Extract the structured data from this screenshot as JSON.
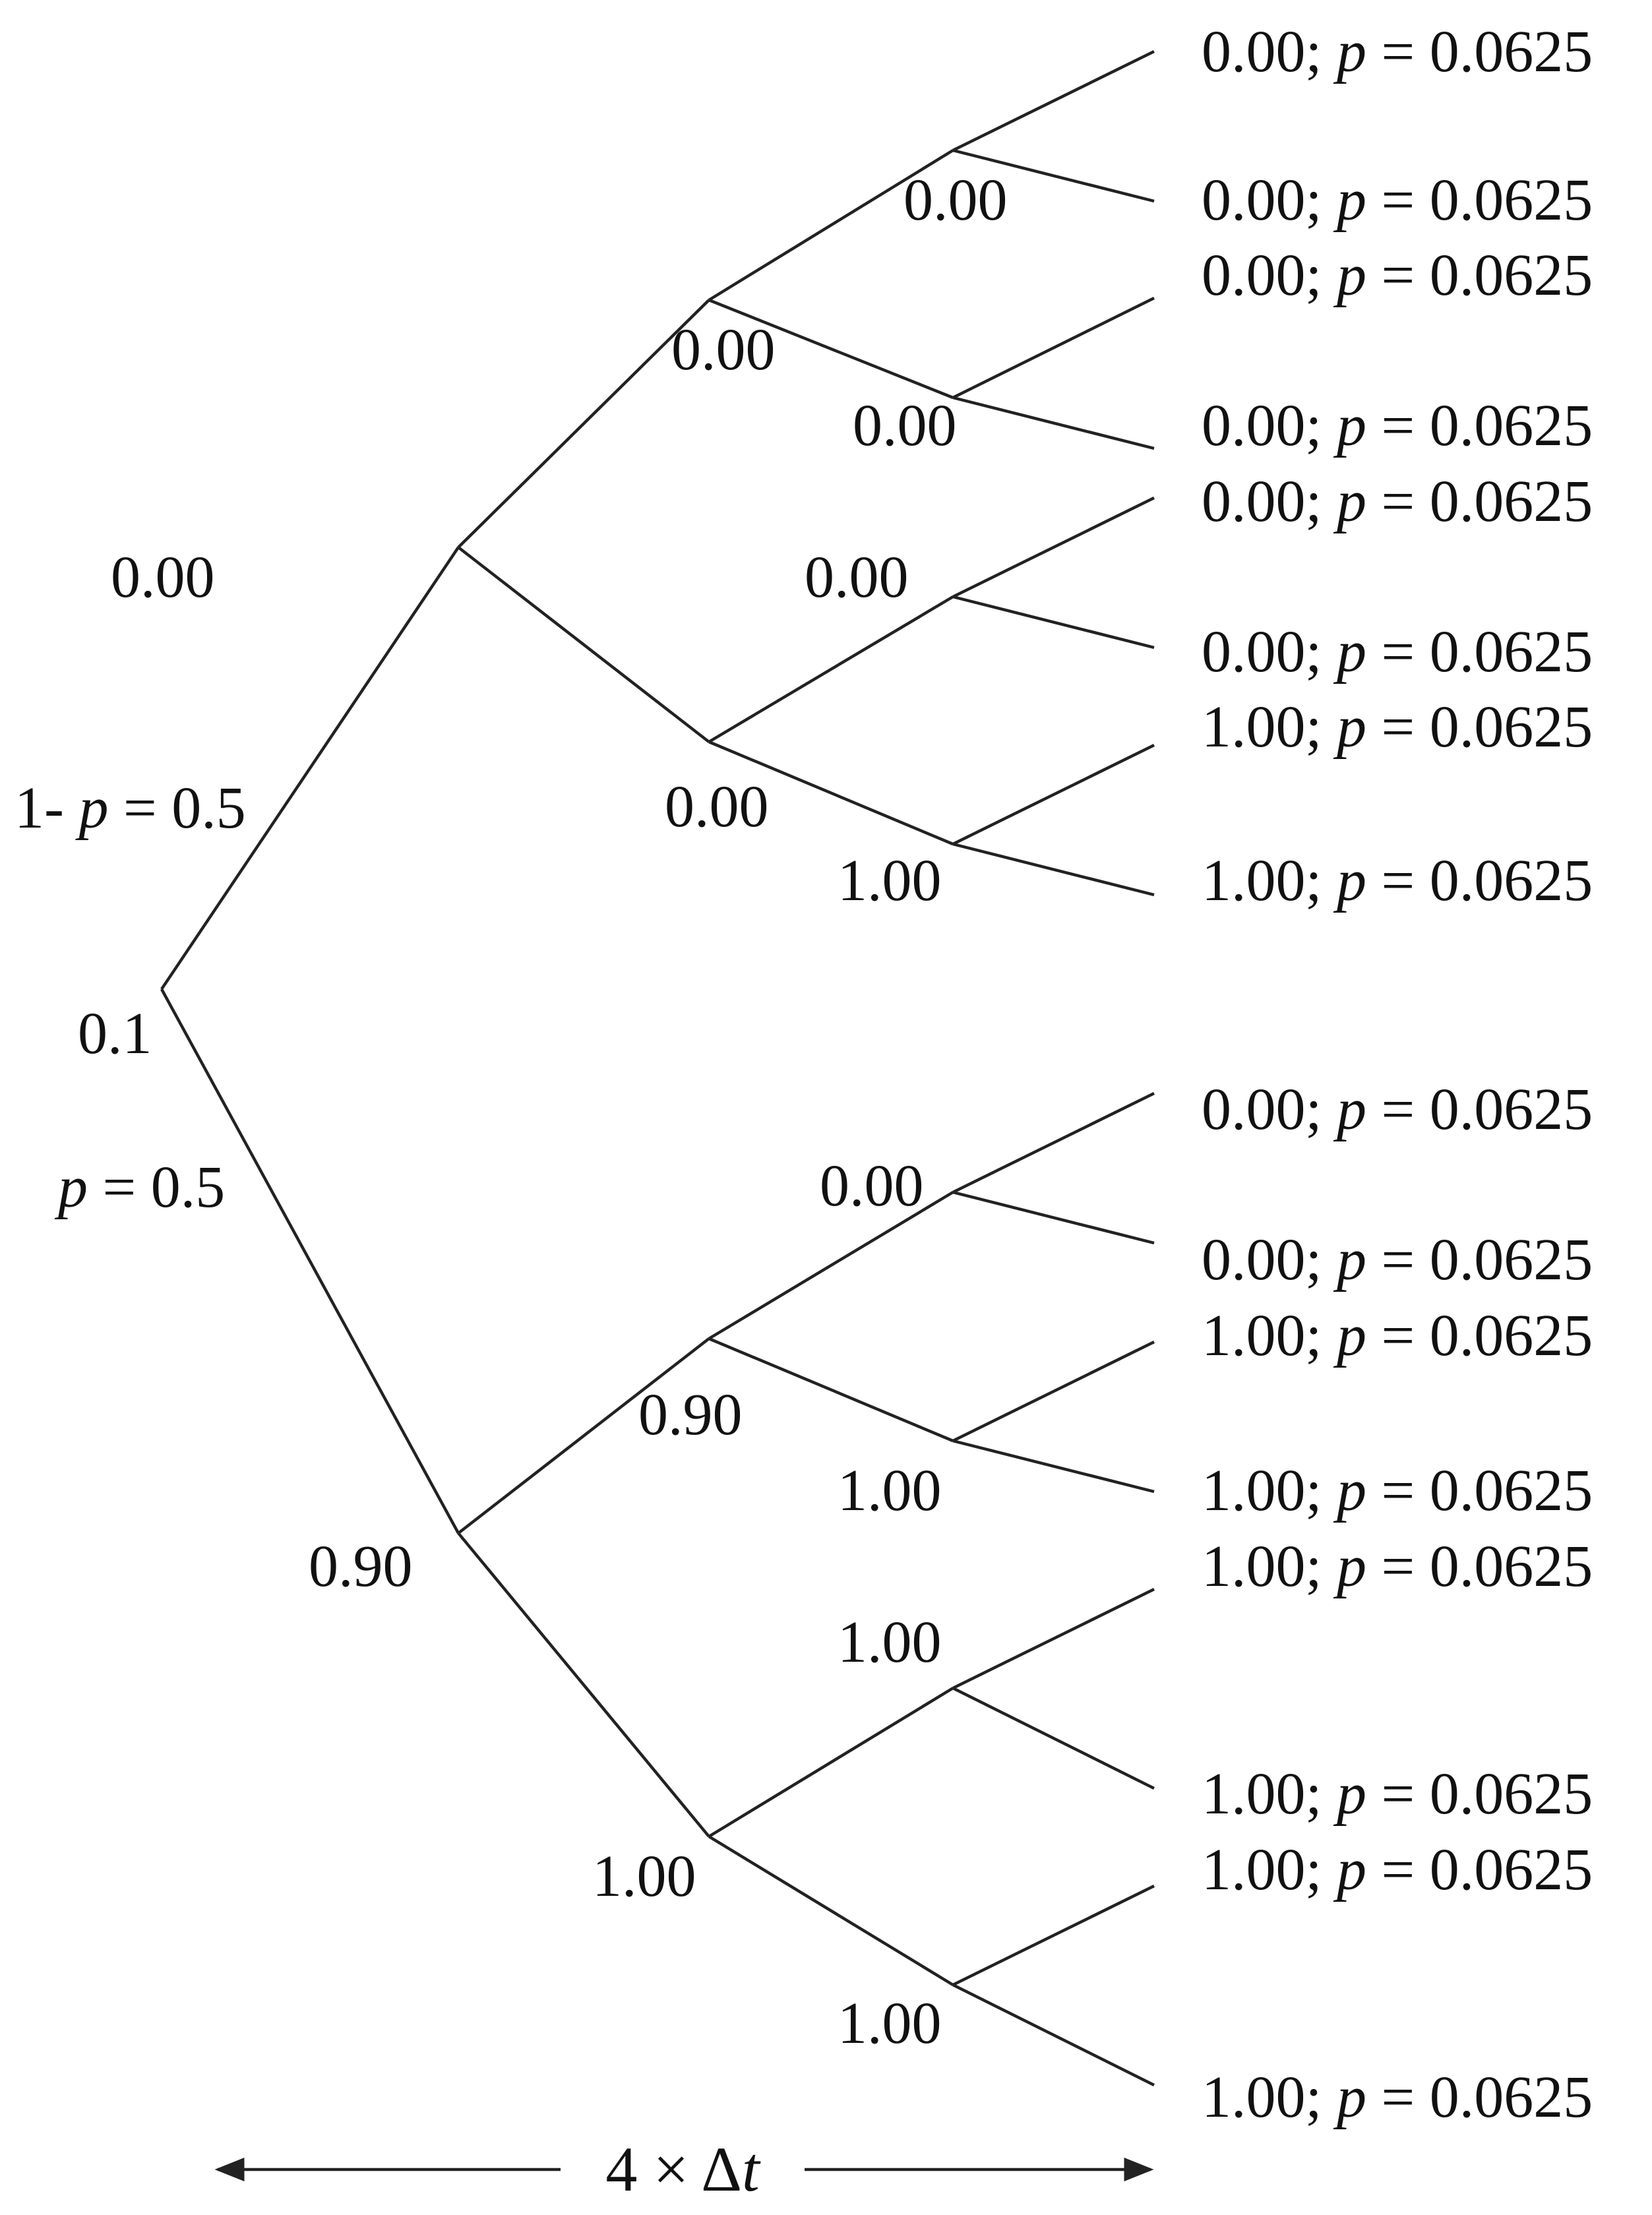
{
  "root": {
    "value": "0.1"
  },
  "branches": {
    "up": {
      "label": "1- ",
      "var": "p",
      "rest": " = 0.5"
    },
    "down": {
      "var": "p",
      "rest": " = 0.5"
    }
  },
  "nodes": {
    "u": "0.00",
    "d": "0.90",
    "uu": "0.00",
    "ud": "0.00",
    "du": "0.90",
    "dd": "1.00",
    "uuu": "0.00",
    "uud": "0.00",
    "udu": "0.00",
    "udd": "1.00",
    "duu": "0.00",
    "dud": "1.00",
    "ddu": "1.00",
    "ddd": "1.00"
  },
  "leaves": [
    {
      "value": "0.00; ",
      "var": "p",
      "rest": " = 0.0625"
    },
    {
      "value": "0.00; ",
      "var": "p",
      "rest": " = 0.0625"
    },
    {
      "value": "0.00; ",
      "var": "p",
      "rest": " = 0.0625"
    },
    {
      "value": "0.00; ",
      "var": "p",
      "rest": " = 0.0625"
    },
    {
      "value": "0.00; ",
      "var": "p",
      "rest": " = 0.0625"
    },
    {
      "value": "0.00; ",
      "var": "p",
      "rest": " = 0.0625"
    },
    {
      "value": "1.00; ",
      "var": "p",
      "rest": " = 0.0625"
    },
    {
      "value": "1.00; ",
      "var": "p",
      "rest": " = 0.0625"
    },
    {
      "value": "0.00; ",
      "var": "p",
      "rest": " = 0.0625"
    },
    {
      "value": "0.00; ",
      "var": "p",
      "rest": " = 0.0625"
    },
    {
      "value": "1.00; ",
      "var": "p",
      "rest": " = 0.0625"
    },
    {
      "value": "1.00; ",
      "var": "p",
      "rest": " = 0.0625"
    },
    {
      "value": "1.00; ",
      "var": "p",
      "rest": " = 0.0625"
    },
    {
      "value": "1.00; ",
      "var": "p",
      "rest": " = 0.0625"
    },
    {
      "value": "1.00; ",
      "var": "p",
      "rest": " = 0.0625"
    },
    {
      "value": "1.00; ",
      "var": "p",
      "rest": " = 0.0625"
    }
  ],
  "time_axis": {
    "label": "4 × Δ",
    "var": "t"
  }
}
